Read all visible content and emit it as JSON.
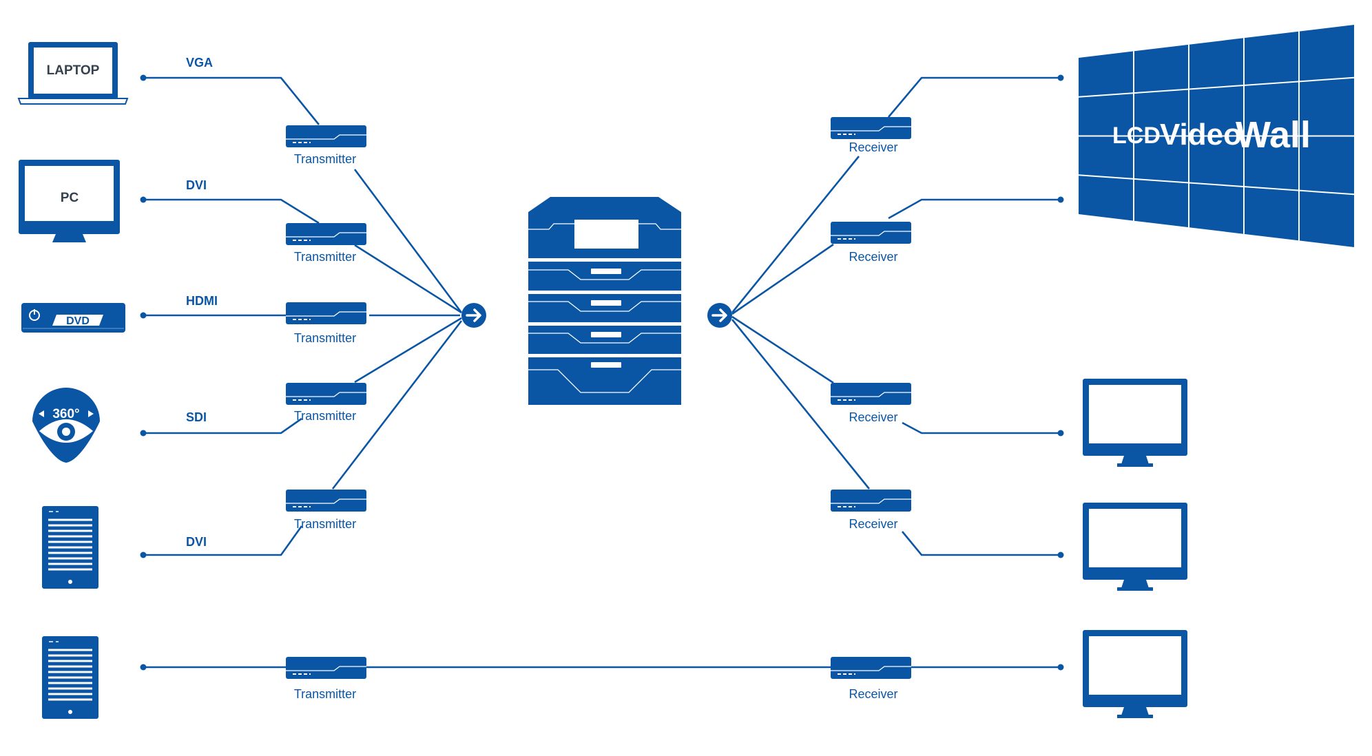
{
  "colors": {
    "primary": "#0a56a5",
    "screen_text": "#35414e",
    "background": "#ffffff"
  },
  "sources": [
    {
      "name": "laptop-icon",
      "label": "LAPTOP"
    },
    {
      "name": "pc-monitor-icon",
      "label": "PC"
    },
    {
      "name": "dvd-player-icon",
      "label": "DVD"
    },
    {
      "name": "camera-360-icon",
      "label": "360°"
    },
    {
      "name": "tablet-icon",
      "label": ""
    },
    {
      "name": "tablet-icon",
      "label": ""
    }
  ],
  "signals": [
    "VGA",
    "DVI",
    "HDMI",
    "SDI",
    "DVI"
  ],
  "transmitter_label": "Transmitter",
  "receiver_label": "Receiver",
  "video_wall": {
    "lcd": "LCD",
    "video": "Video",
    "wall": "Wall"
  },
  "displays": [
    "monitor-icon",
    "monitor-icon",
    "monitor-icon"
  ]
}
